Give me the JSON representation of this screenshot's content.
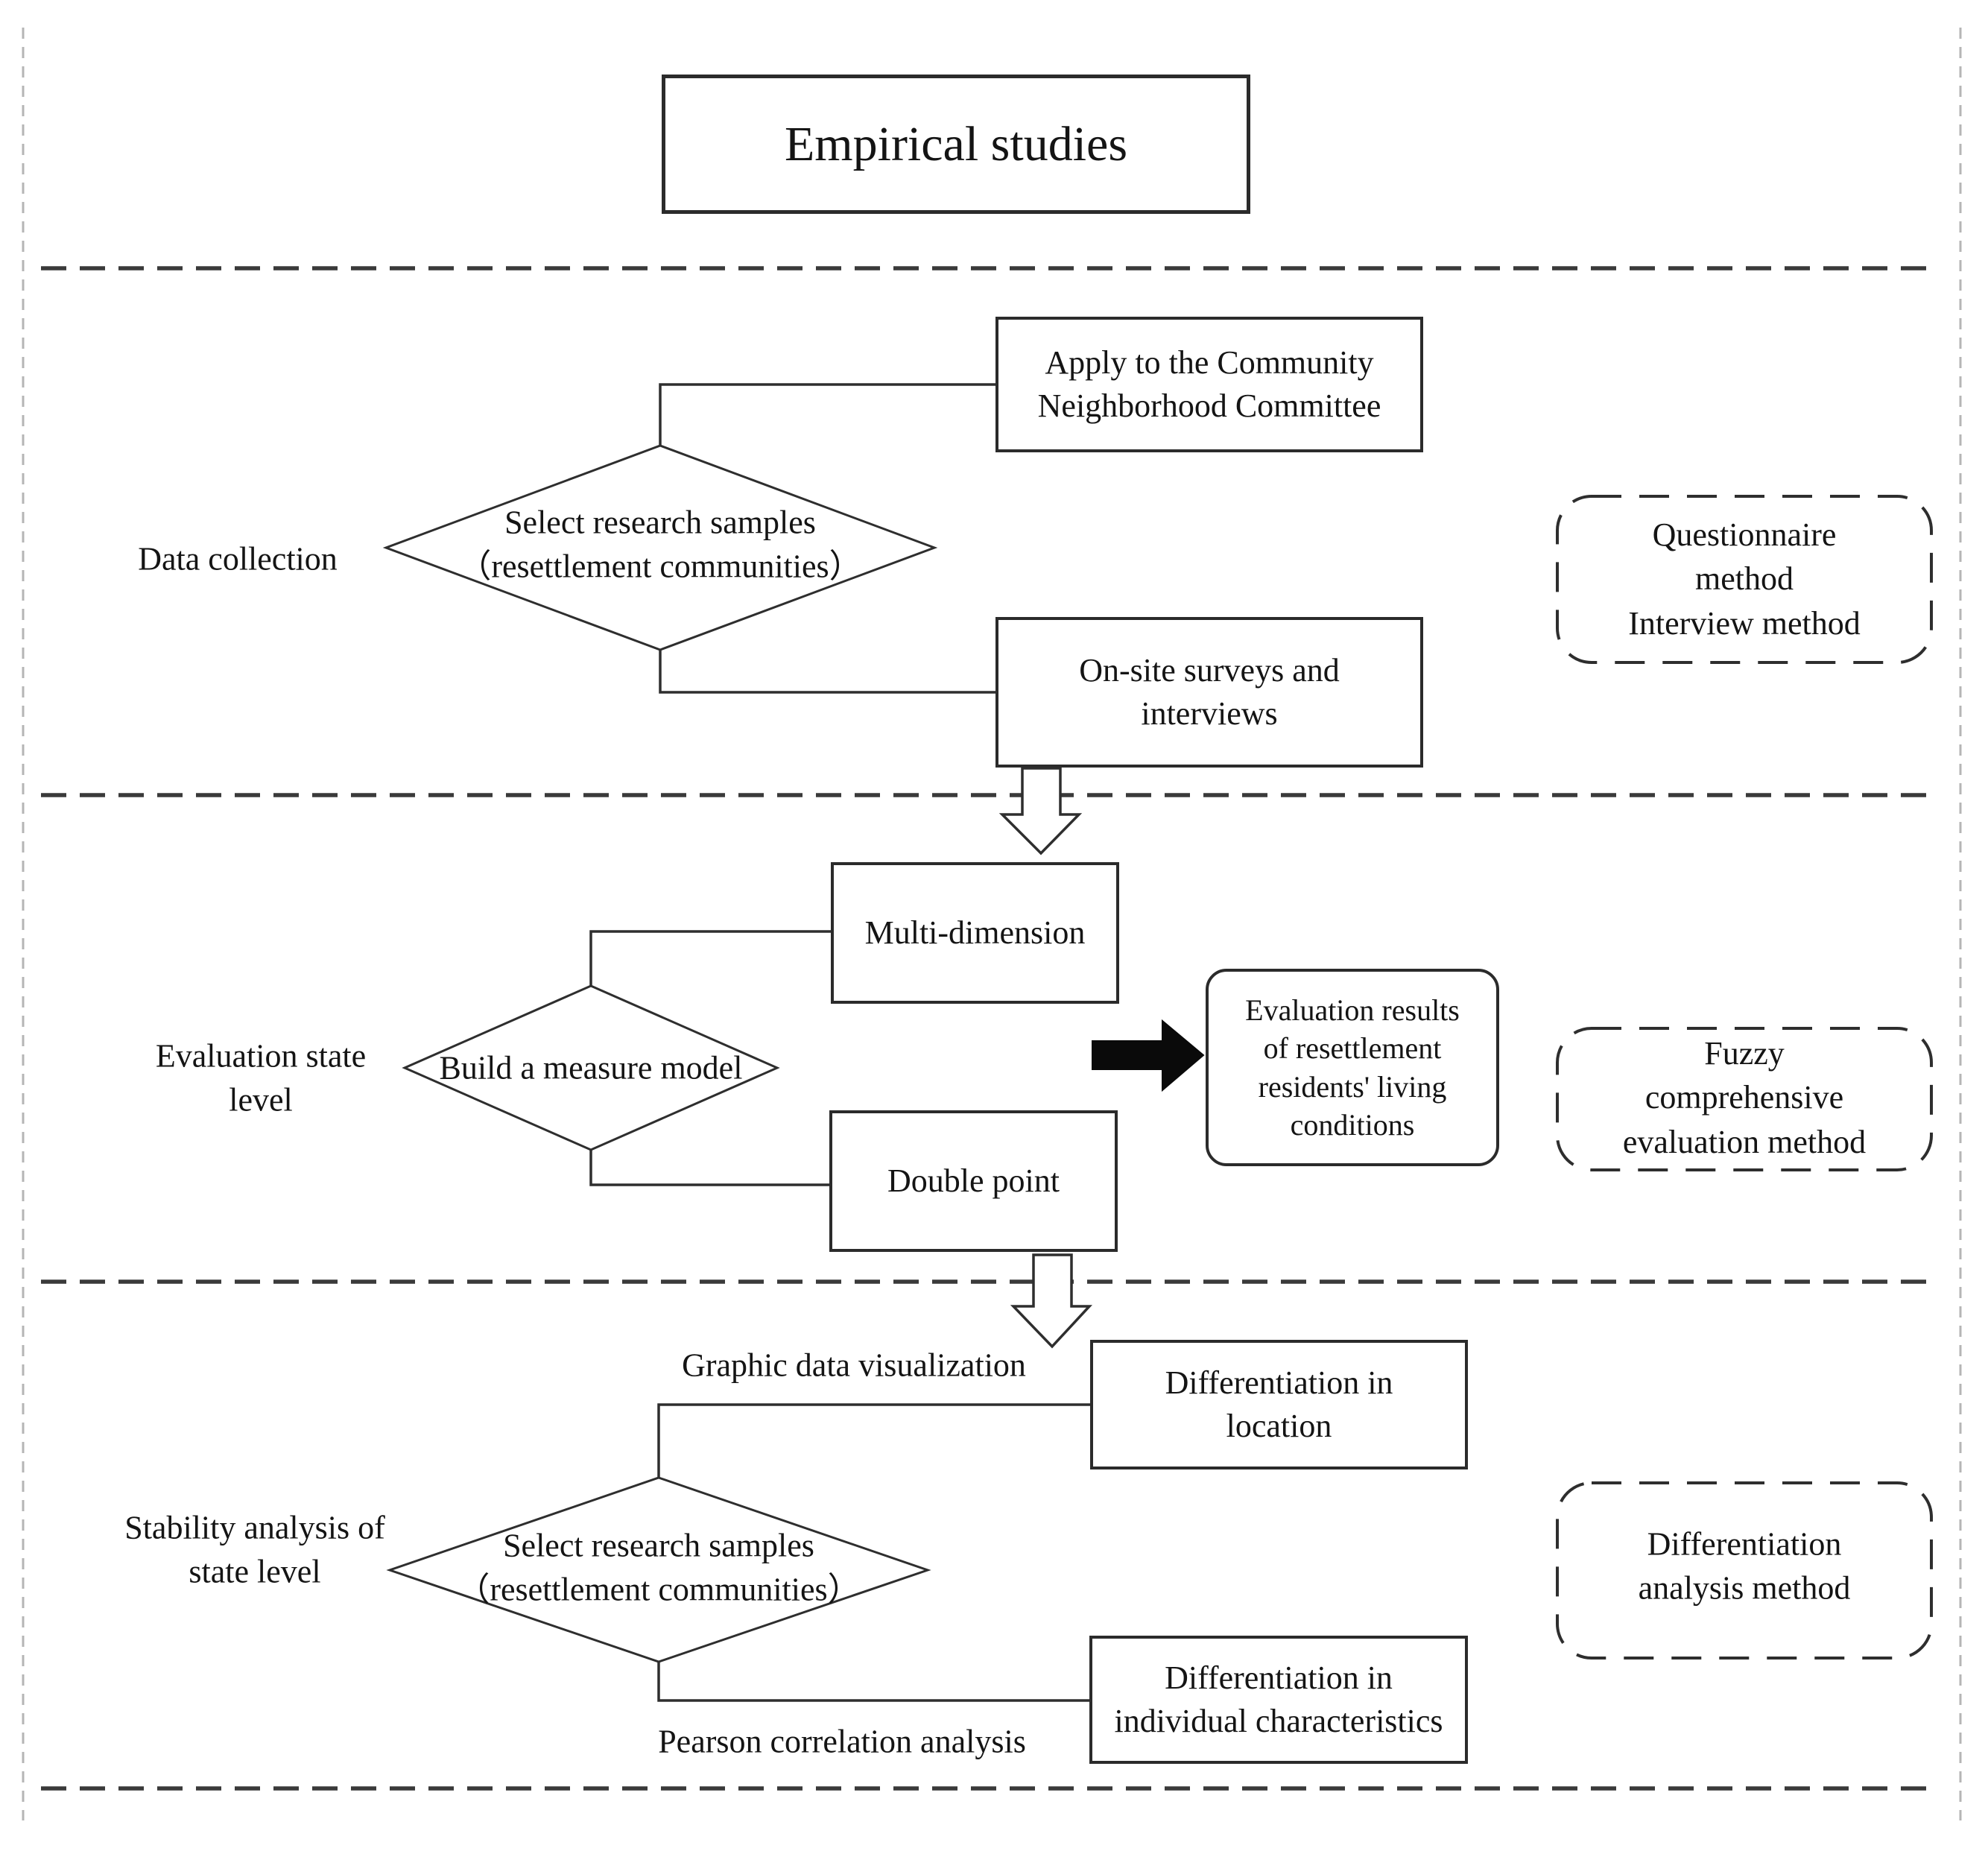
{
  "title": "Empirical studies",
  "colors": {
    "line": "#2e2e2e",
    "divider": "#3a3a3a",
    "edge_dash": "#b5b5b5",
    "arrow_fill_black": "#0a0a0a",
    "background": "#ffffff"
  },
  "section1": {
    "label": "Data collection",
    "diamond": "Select research samples\n（resettlement communities）",
    "box_top": "Apply to the Community\nNeighborhood Committee",
    "box_bottom": "On-site surveys and\ninterviews",
    "method": "Questionnaire method\nInterview method"
  },
  "section2": {
    "label": "Evaluation state\nlevel",
    "diamond": "Build a measure model",
    "box_top": "Multi-dimension",
    "box_bottom": "Double point",
    "result": "Evaluation results\nof resettlement\nresidents' living\nconditions",
    "method": "Fuzzy comprehensive\nevaluation method"
  },
  "section3": {
    "label": "Stability analysis of\nstate level",
    "diamond": "Select research samples\n（resettlement communities）",
    "annotation_top": "Graphic data visualization",
    "annotation_bottom": "Pearson correlation analysis",
    "box_top": "Differentiation in\nlocation",
    "box_bottom": "Differentiation in\nindividual characteristics",
    "method": "Differentiation\nanalysis method"
  },
  "icons": {
    "down_arrow_1": "hollow-down-arrow",
    "down_arrow_2": "hollow-down-arrow",
    "right_arrow": "solid-right-arrow"
  }
}
